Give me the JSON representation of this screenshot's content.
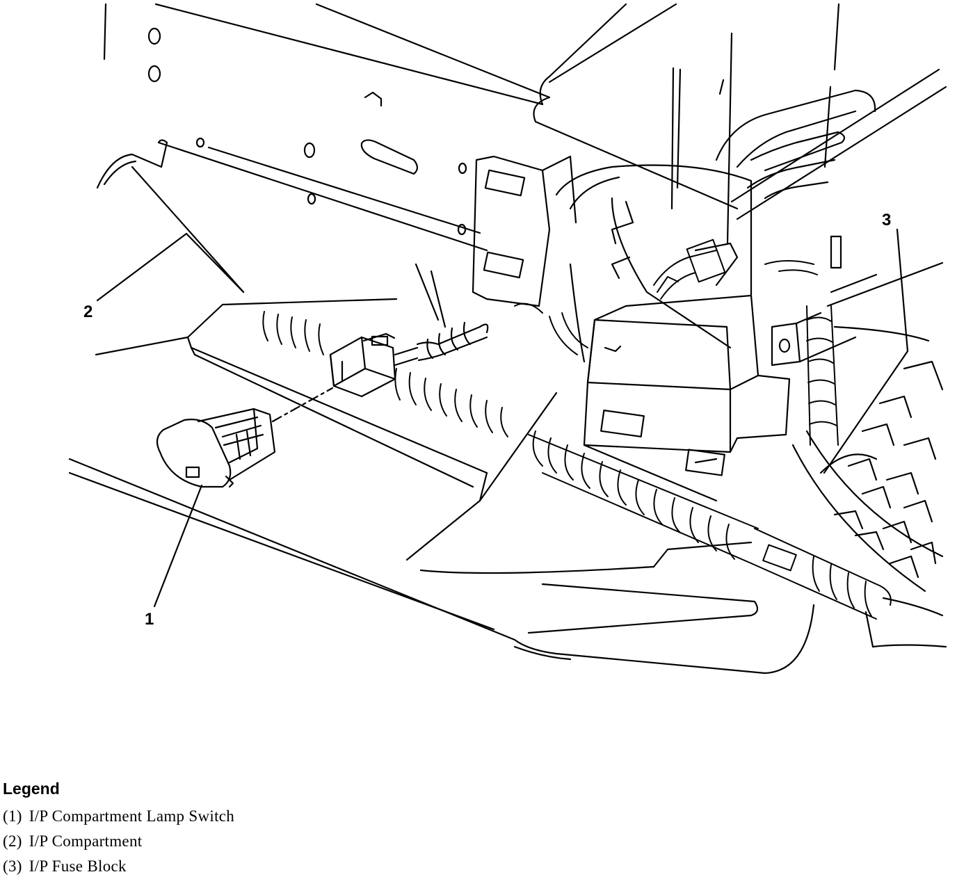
{
  "callouts": [
    {
      "id": "1",
      "label": "1"
    },
    {
      "id": "2",
      "label": "2"
    },
    {
      "id": "3",
      "label": "3"
    }
  ],
  "legend": {
    "title": "Legend",
    "items": [
      {
        "num": "(1)",
        "text": "I/P Compartment Lamp Switch"
      },
      {
        "num": "(2)",
        "text": "I/P Compartment"
      },
      {
        "num": "(3)",
        "text": "I/P Fuse Block"
      }
    ]
  }
}
